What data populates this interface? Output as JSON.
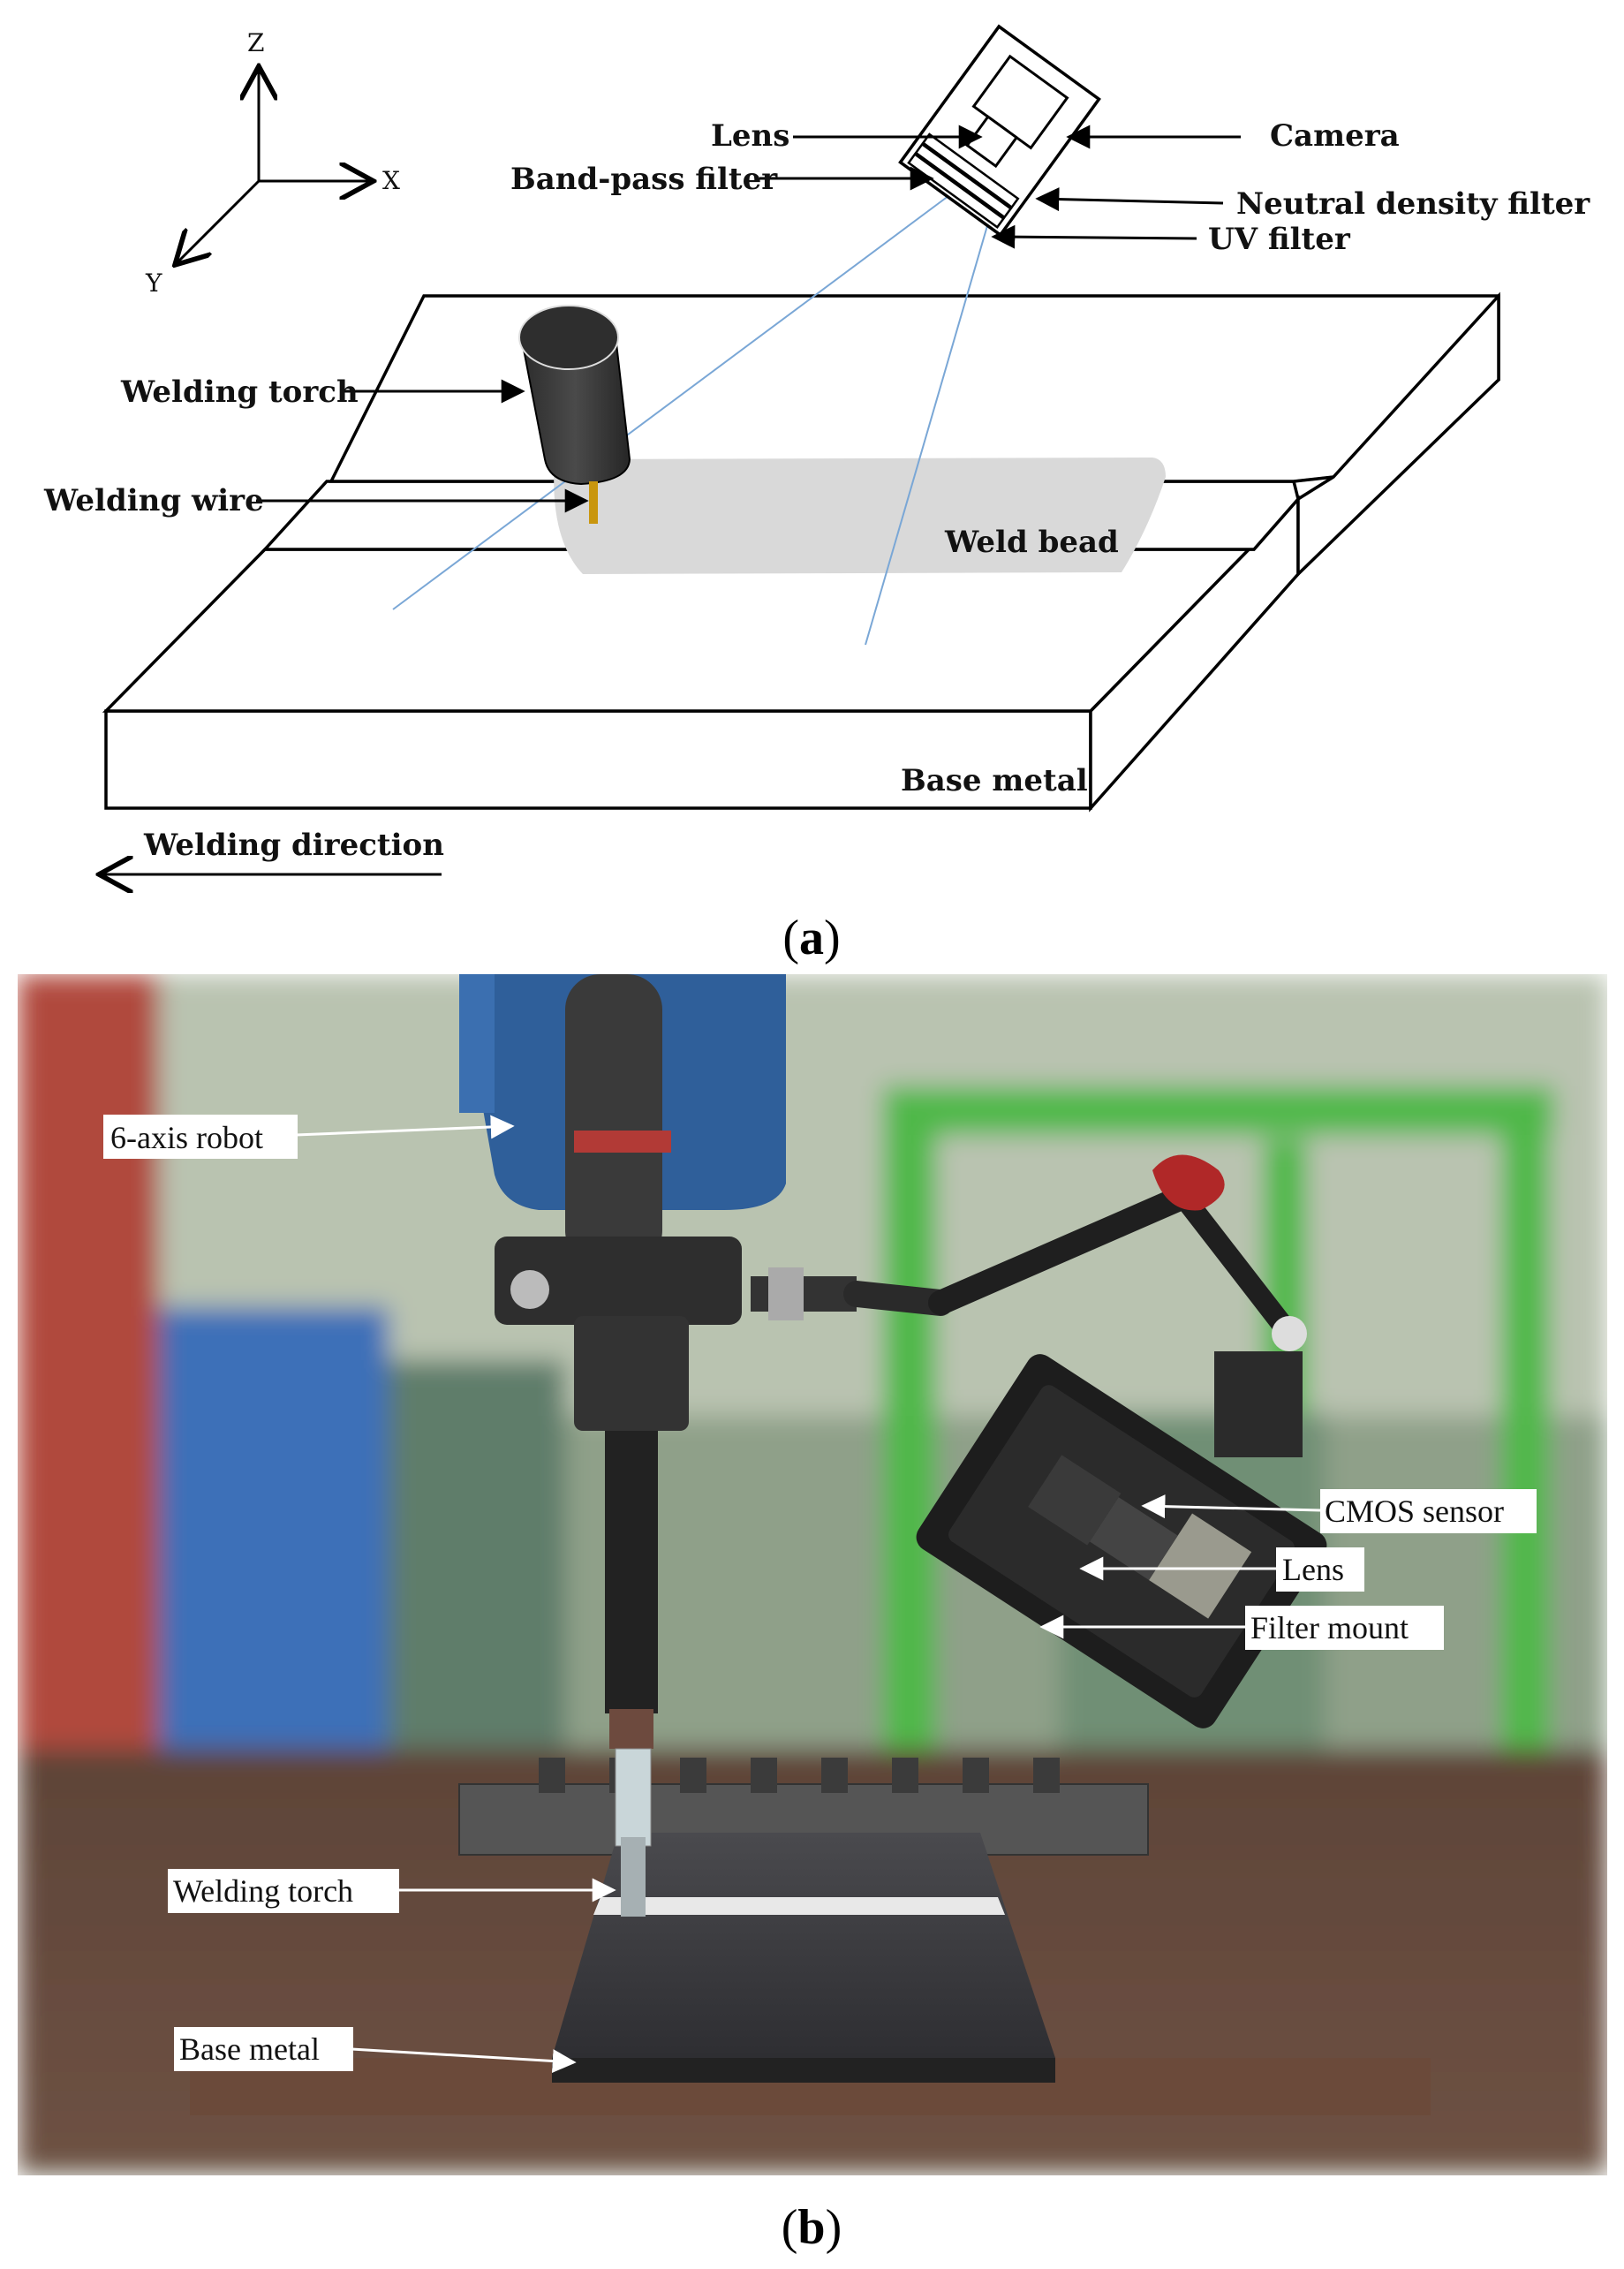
{
  "panel_a": {
    "axes": {
      "z": "Z",
      "x": "X",
      "y": "Y"
    },
    "labels": {
      "lens": "Lens",
      "camera": "Camera",
      "band_pass_filter": "Band-pass filter",
      "neutral_density_filter": "Neutral density filter",
      "uv_filter": "UV filter",
      "welding_torch": "Welding torch",
      "welding_wire": "Welding wire",
      "weld_bead": "Weld bead",
      "base_metal": "Base metal",
      "welding_direction": "Welding direction"
    },
    "caption": {
      "open": "(",
      "letter": "a",
      "close": ")"
    }
  },
  "panel_b": {
    "labels": {
      "robot": "6-axis robot",
      "cmos_sensor": "CMOS sensor",
      "lens": "Lens",
      "filter_mount": "Filter mount",
      "welding_torch": "Welding torch",
      "base_metal": "Base metal"
    },
    "caption": {
      "open": "(",
      "letter": "b",
      "close": ")"
    }
  },
  "colors": {
    "torch": "#3a3a3a",
    "wire": "#c9960e",
    "bead": "#d9d9d9",
    "sightline": "#7aa7d6",
    "robot_blue": "#2f5f9a",
    "green_frame": "#4fb84a",
    "table": "#6b4a3a"
  }
}
